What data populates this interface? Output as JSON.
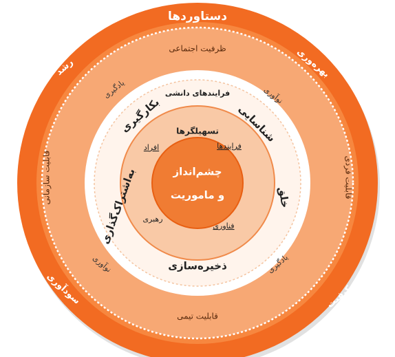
{
  "outer_ring": {
    "title": "دستاوردها",
    "items": [
      "بهره‌وری",
      "کیفیت",
      "سودآوری",
      "رشد"
    ],
    "color": "#f26b22"
  },
  "capability_ring": {
    "items": [
      "ظرفیت اجتماعی",
      "قابلیت فردی",
      "قابلیت تیمی",
      "قابلیت سازمانی"
    ],
    "color": "#f7a874"
  },
  "knowledge_ring": {
    "title": "فرایندهای دانشی",
    "processes": [
      "شناسایی",
      "خلق",
      "ذخیره‌سازی",
      "به‌اشتراک‌گذاری",
      "بکارگیری"
    ],
    "minor_items": [
      "نوآوری",
      "یادگیری",
      "نوآوری",
      "یادگیری"
    ],
    "color": "#ffffff"
  },
  "enablers_ring": {
    "title": "تسهیلگرها",
    "items": [
      "افراد",
      "فرایندها",
      "فناوری",
      "رهبری"
    ],
    "color": "#f9c9a6"
  },
  "center": {
    "line1": "چشم‌انداز",
    "line2": "و ماموریت",
    "color": "#f07c33"
  }
}
